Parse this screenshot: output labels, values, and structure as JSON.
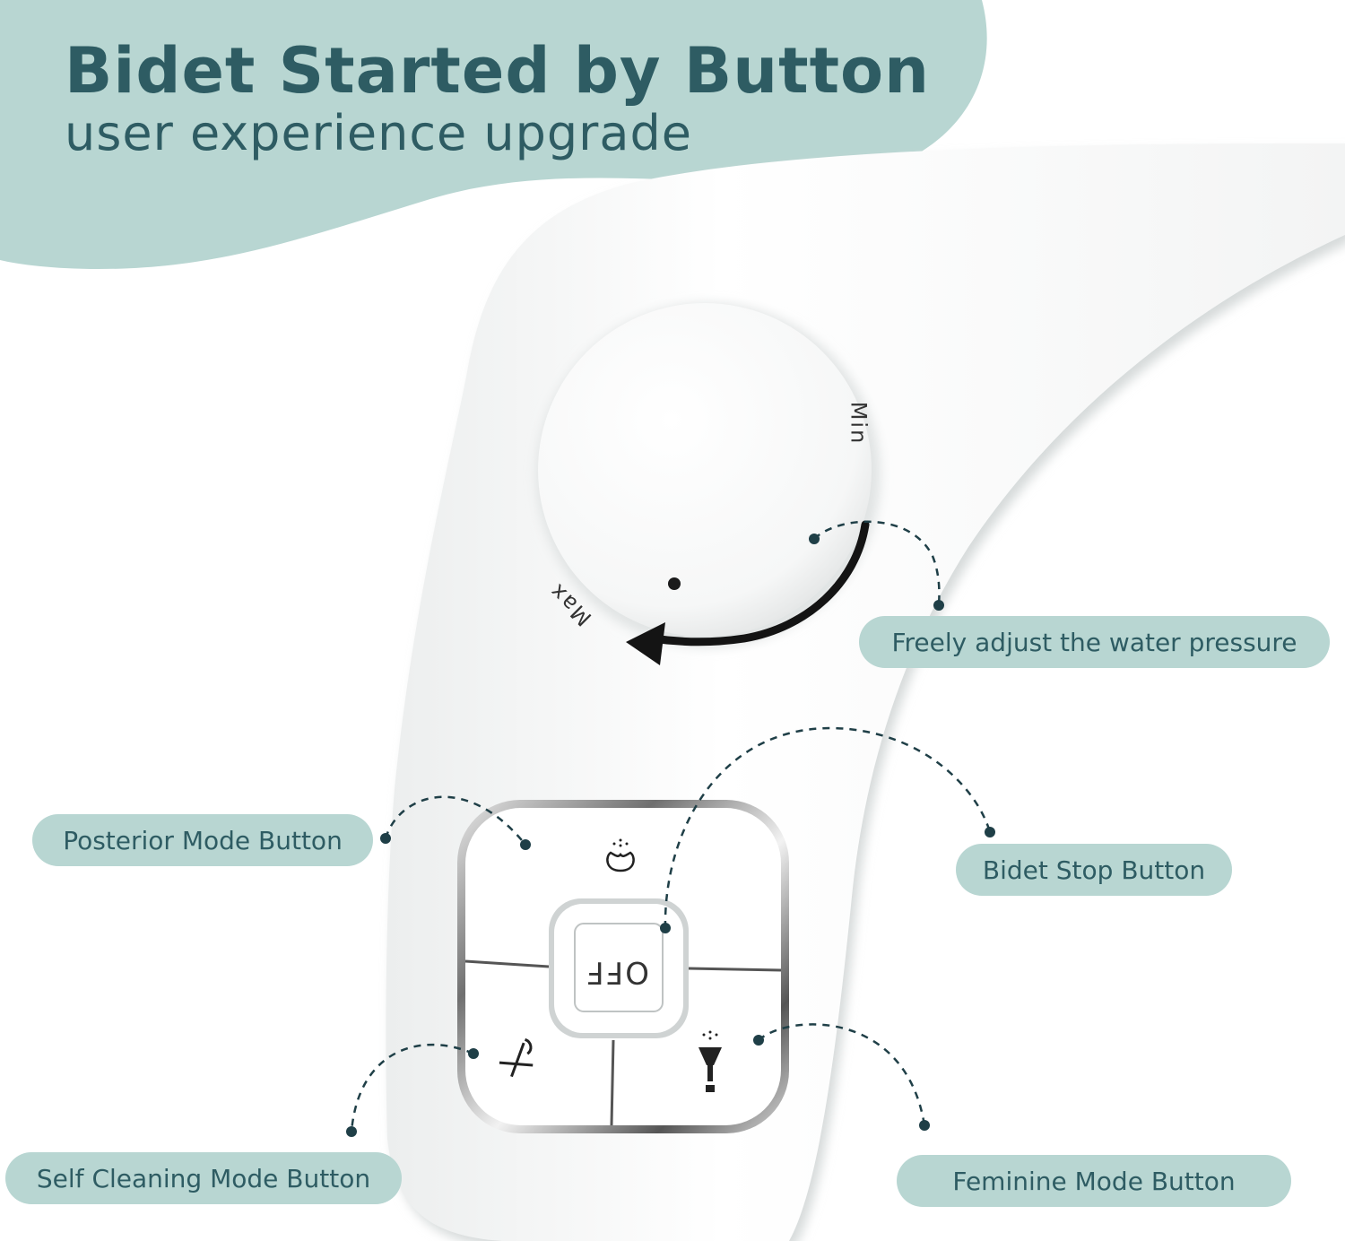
{
  "header": {
    "title": "Bidet Started by Button",
    "subtitle": "user experience upgrade"
  },
  "dial": {
    "min_label": "Min",
    "max_label": "Max"
  },
  "control_pad": {
    "off_label": "OFF",
    "icons": {
      "posterior": "posterior-spray-icon",
      "self_cleaning": "nozzle-clean-icon",
      "feminine": "feminine-spray-icon"
    }
  },
  "callouts": {
    "pressure": "Freely adjust the water pressure",
    "posterior": "Posterior Mode Button",
    "stop": "Bidet Stop Button",
    "self_cleaning": "Self Cleaning Mode Button",
    "feminine": "Feminine Mode Button"
  },
  "colors": {
    "accent_bg": "#b8d6d2",
    "accent_text": "#2e5c63",
    "product_body": "#ffffff"
  }
}
